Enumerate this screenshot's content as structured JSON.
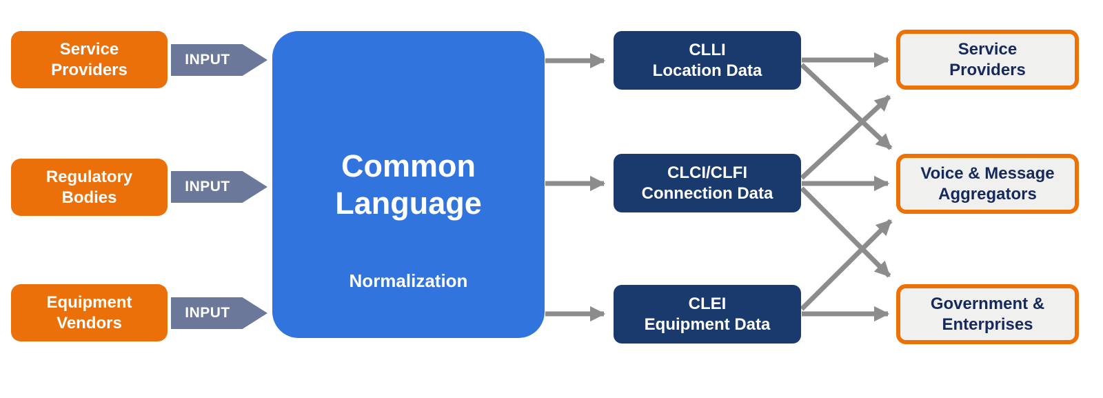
{
  "diagram": {
    "input_label": "INPUT",
    "inputs": [
      {
        "id": "service-providers-source",
        "line1": "Service",
        "line2": "Providers"
      },
      {
        "id": "regulatory-bodies",
        "line1": "Regulatory",
        "line2": "Bodies"
      },
      {
        "id": "equipment-vendors",
        "line1": "Equipment",
        "line2": "Vendors"
      }
    ],
    "hub": {
      "title_line1": "Common",
      "title_line2": "Language",
      "subtitle": "Normalization"
    },
    "data_boxes": [
      {
        "id": "clli",
        "line1": "CLLI",
        "line2": "Location Data"
      },
      {
        "id": "clci",
        "line1": "CLCI/CLFI",
        "line2": "Connection Data"
      },
      {
        "id": "clei",
        "line1": "CLEI",
        "line2": "Equipment Data"
      }
    ],
    "outputs": [
      {
        "id": "service-providers",
        "line1": "Service",
        "line2": "Providers"
      },
      {
        "id": "voice-message-aggregators",
        "line1": "Voice & Message",
        "line2": "Aggregators"
      },
      {
        "id": "government-enterprises",
        "line1": "Government &",
        "line2": "Enterprises"
      }
    ],
    "connections": [
      {
        "from": "hub",
        "to": "clli"
      },
      {
        "from": "hub",
        "to": "clci"
      },
      {
        "from": "hub",
        "to": "clei"
      },
      {
        "from": "clli",
        "to": "service-providers"
      },
      {
        "from": "clli",
        "to": "voice-message-aggregators"
      },
      {
        "from": "clci",
        "to": "service-providers"
      },
      {
        "from": "clci",
        "to": "voice-message-aggregators"
      },
      {
        "from": "clci",
        "to": "government-enterprises"
      },
      {
        "from": "clei",
        "to": "voice-message-aggregators"
      },
      {
        "from": "clei",
        "to": "government-enterprises"
      }
    ],
    "colors": {
      "orange": "#EC7009",
      "orange_border": "#EE7105",
      "blue": "#3274DE",
      "navy": "#1A3A6E",
      "slate_input_arrow": "#6B7899",
      "arrow_gray": "#8C8C8C",
      "output_fill": "#F0F0EF",
      "output_text": "#16295B"
    }
  }
}
